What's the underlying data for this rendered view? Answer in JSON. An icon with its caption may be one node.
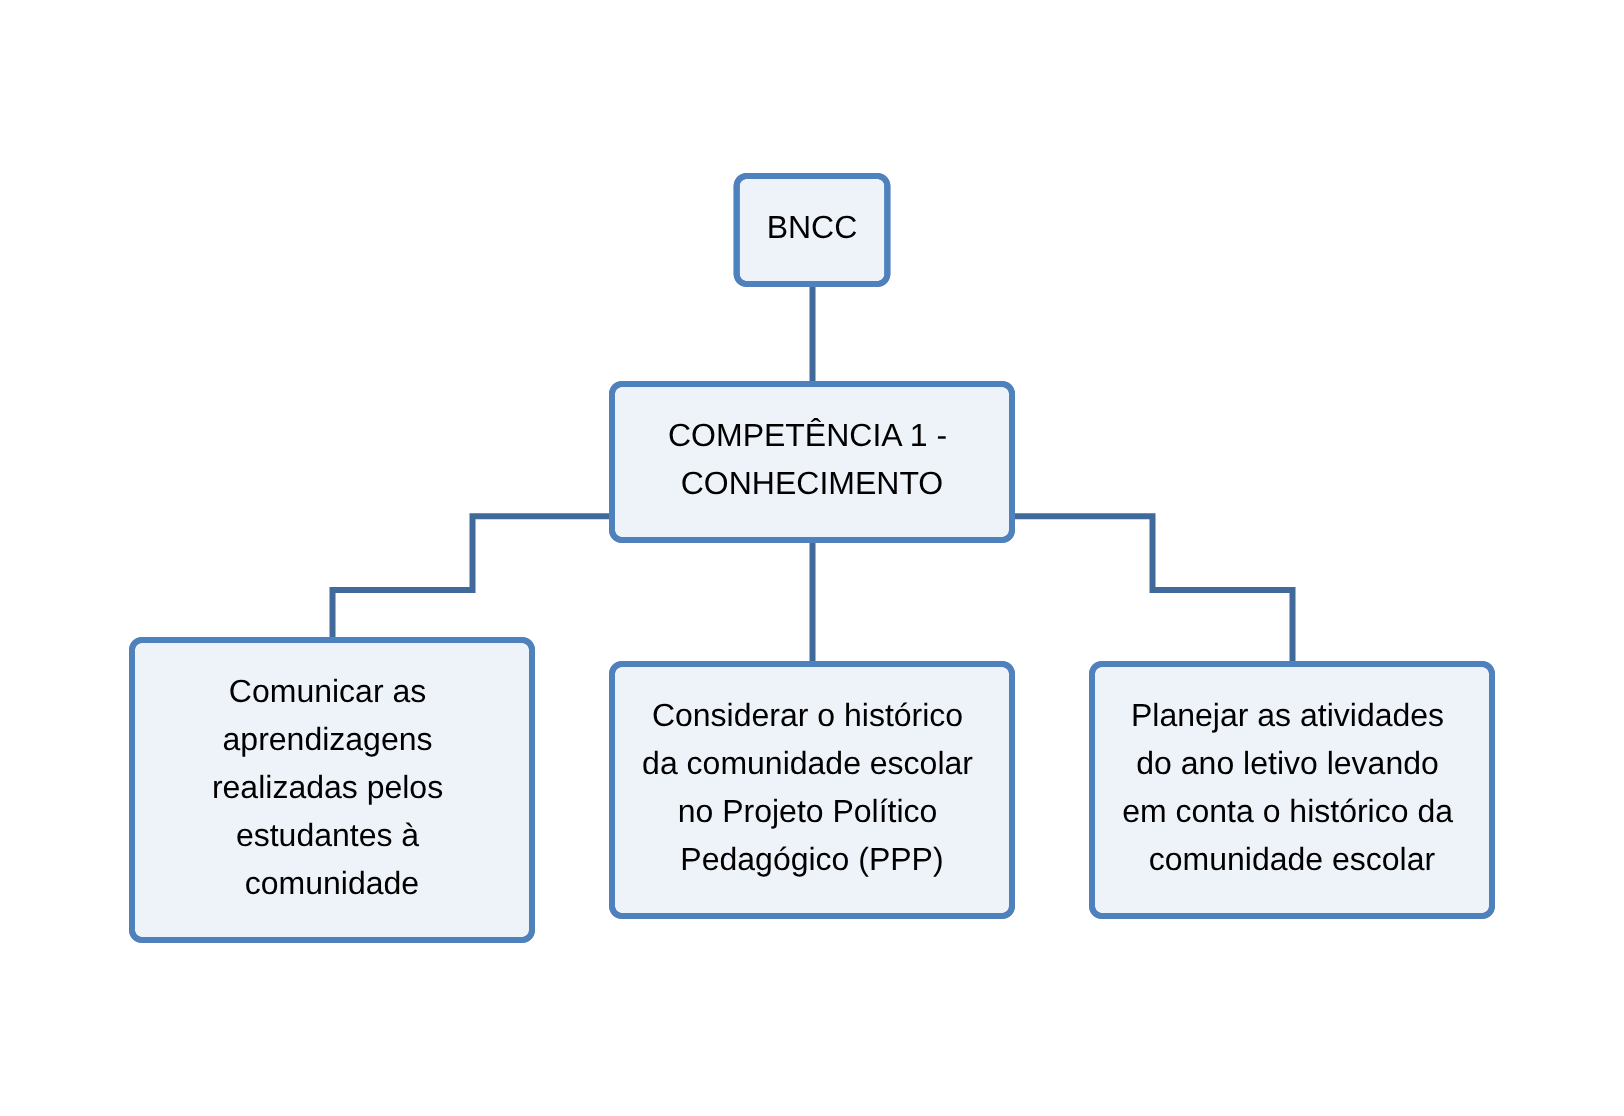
{
  "diagram": {
    "nodes": [
      {
        "text": [
          "BNCC"
        ]
      },
      {
        "text": [
          "COMPETÊNCIA 1 - CONHECIMENTO"
        ]
      },
      {
        "text": [
          "Comunicar as aprendizagens realizadas pelos estudantes à comunidade"
        ]
      },
      {
        "text": [
          "Considerar o histórico da comunidade escolar no Projeto Político Pedagógico (PPP)"
        ]
      },
      {
        "text": [
          "Planejar as atividades do ano letivo levando em conta o histórico da comunidade escolar"
        ]
      }
    ],
    "edges": [
      {
        "from": 0,
        "to": 1,
        "arrow": "none"
      },
      {
        "from": 1,
        "to": 2,
        "arrow": "none"
      },
      {
        "from": 1,
        "to": 3,
        "arrow": "none"
      },
      {
        "from": 1,
        "to": 4,
        "arrow": "none"
      }
    ]
  }
}
